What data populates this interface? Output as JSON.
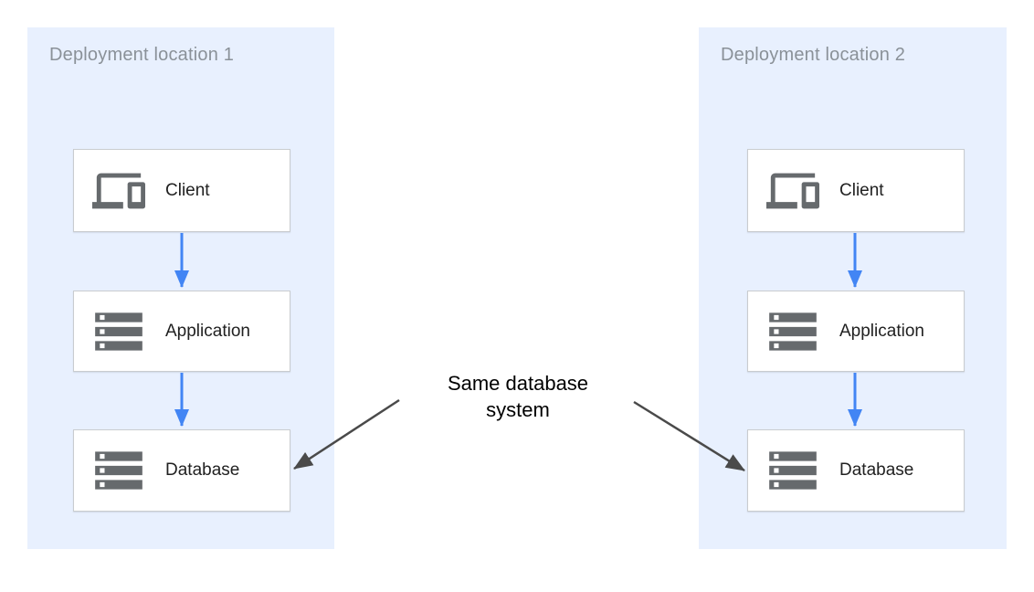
{
  "diagram": {
    "panels": [
      {
        "title": "Deployment location 1",
        "nodes": [
          {
            "label": "Client",
            "icon": "devices-icon"
          },
          {
            "label": "Application",
            "icon": "storage-icon"
          },
          {
            "label": "Database",
            "icon": "storage-icon"
          }
        ]
      },
      {
        "title": "Deployment location 2",
        "nodes": [
          {
            "label": "Client",
            "icon": "devices-icon"
          },
          {
            "label": "Application",
            "icon": "storage-icon"
          },
          {
            "label": "Database",
            "icon": "storage-icon"
          }
        ]
      }
    ],
    "annotation": {
      "lines": [
        "Same database",
        "system"
      ]
    },
    "edges": [
      {
        "from": "client-1",
        "to": "application-1",
        "type": "flow"
      },
      {
        "from": "application-1",
        "to": "database-1",
        "type": "flow"
      },
      {
        "from": "client-2",
        "to": "application-2",
        "type": "flow"
      },
      {
        "from": "application-2",
        "to": "database-2",
        "type": "flow"
      },
      {
        "from": "annotation",
        "to": "database-1",
        "type": "annotation"
      },
      {
        "from": "annotation",
        "to": "database-2",
        "type": "annotation"
      }
    ],
    "colors": {
      "panel_bg": "#e8f0fe",
      "box_bg": "#ffffff",
      "box_border": "#c9cccf",
      "flow_arrow": "#4285f4",
      "annotation_arrow": "#4a4a4a",
      "title_text": "#8a9198",
      "label_text": "#212121",
      "icon": "#666a6d",
      "annotation_text": "#000000"
    }
  }
}
